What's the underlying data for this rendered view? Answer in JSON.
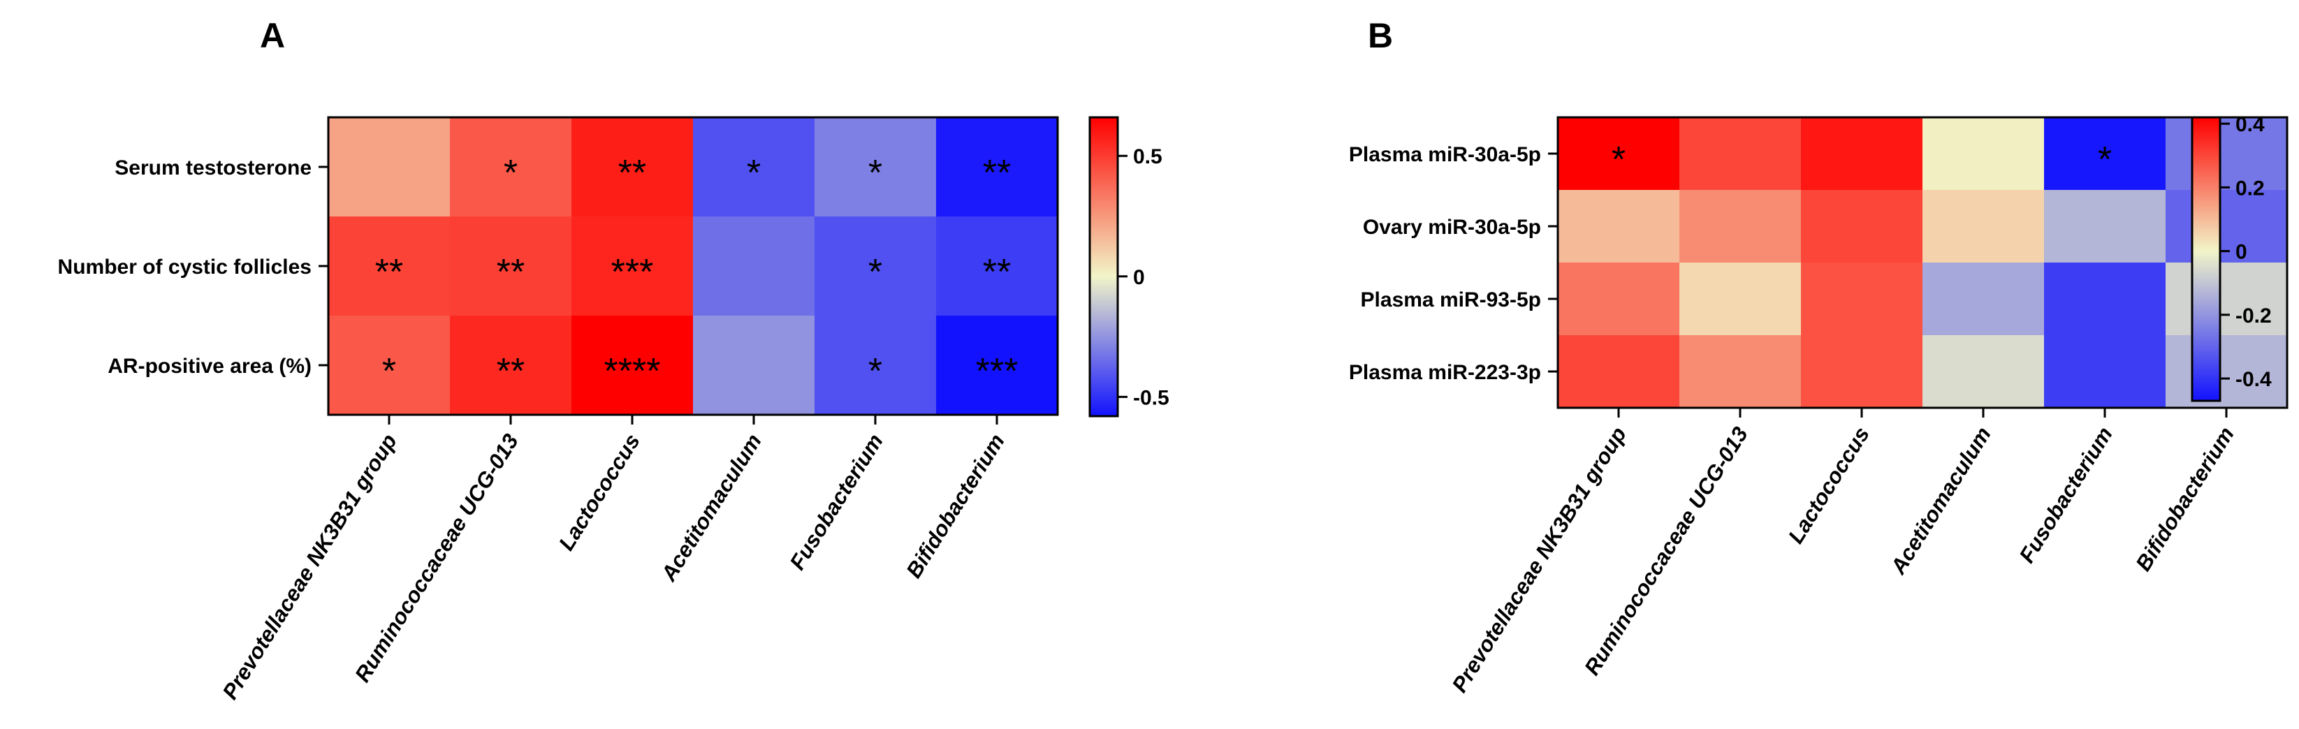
{
  "chart_data": [
    {
      "type": "heatmap",
      "panel_label": "A",
      "rows": [
        "Serum testosterone",
        "Number of cystic follicles",
        "AR-positive area (%)"
      ],
      "columns": [
        "Prevotellaceae NK3B31 group",
        "Ruminococcaceae UCG-013",
        "Lactococcus",
        "Acetitomaculum",
        "Fusobacterium",
        "Bifidobacterium"
      ],
      "values": [
        [
          0.22,
          0.42,
          0.58,
          -0.42,
          -0.3,
          -0.56
        ],
        [
          0.48,
          0.49,
          0.56,
          -0.34,
          -0.42,
          -0.47
        ],
        [
          0.42,
          0.55,
          0.66,
          -0.25,
          -0.42,
          -0.58
        ]
      ],
      "significance": [
        [
          "",
          "*",
          "**",
          "*",
          "*",
          "**"
        ],
        [
          "**",
          "**",
          "***",
          "",
          "*",
          "**"
        ],
        [
          "*",
          "**",
          "****",
          "",
          "*",
          "***"
        ]
      ],
      "colorbar": {
        "min": -0.58,
        "max": 0.66,
        "ticks": [
          -0.5,
          0,
          0.5
        ],
        "tick_labels": [
          "-0.5",
          "0",
          "0.5"
        ]
      },
      "colors": {
        "high": "#ff0000",
        "mid": "#f2f5c8",
        "low": "#1212ff"
      }
    },
    {
      "type": "heatmap",
      "panel_label": "B",
      "rows": [
        "Plasma miR-30a-5p",
        "Ovary miR-30a-5p",
        "Plasma miR-93-5p",
        "Plasma miR-223-3p"
      ],
      "columns": [
        "Prevotellaceae NK3B31 group",
        "Ruminococcaceae UCG-013",
        "Lactococcus",
        "Acetitomaculum",
        "Fusobacterium",
        "Bifidobacterium"
      ],
      "values": [
        [
          0.42,
          0.3,
          0.38,
          0.01,
          -0.46,
          -0.26
        ],
        [
          0.1,
          0.18,
          0.3,
          0.06,
          -0.13,
          -0.3
        ],
        [
          0.22,
          0.05,
          0.28,
          -0.16,
          -0.38,
          -0.07
        ],
        [
          0.3,
          0.18,
          0.28,
          -0.05,
          -0.38,
          -0.13
        ]
      ],
      "significance": [
        [
          "*",
          "",
          "",
          "",
          "*",
          ""
        ],
        [
          "",
          "",
          "",
          "",
          "",
          ""
        ],
        [
          "",
          "",
          "",
          "",
          "",
          ""
        ],
        [
          "",
          "",
          "",
          "",
          "",
          ""
        ]
      ],
      "colorbar": {
        "min": -0.47,
        "max": 0.42,
        "ticks": [
          -0.4,
          -0.2,
          0,
          0.2,
          0.4
        ],
        "tick_labels": [
          "-0.4",
          "-0.2",
          "0",
          "0.2",
          "0.4"
        ]
      },
      "colors": {
        "high": "#ff0000",
        "mid": "#f2f5c8",
        "low": "#1212ff"
      }
    }
  ]
}
